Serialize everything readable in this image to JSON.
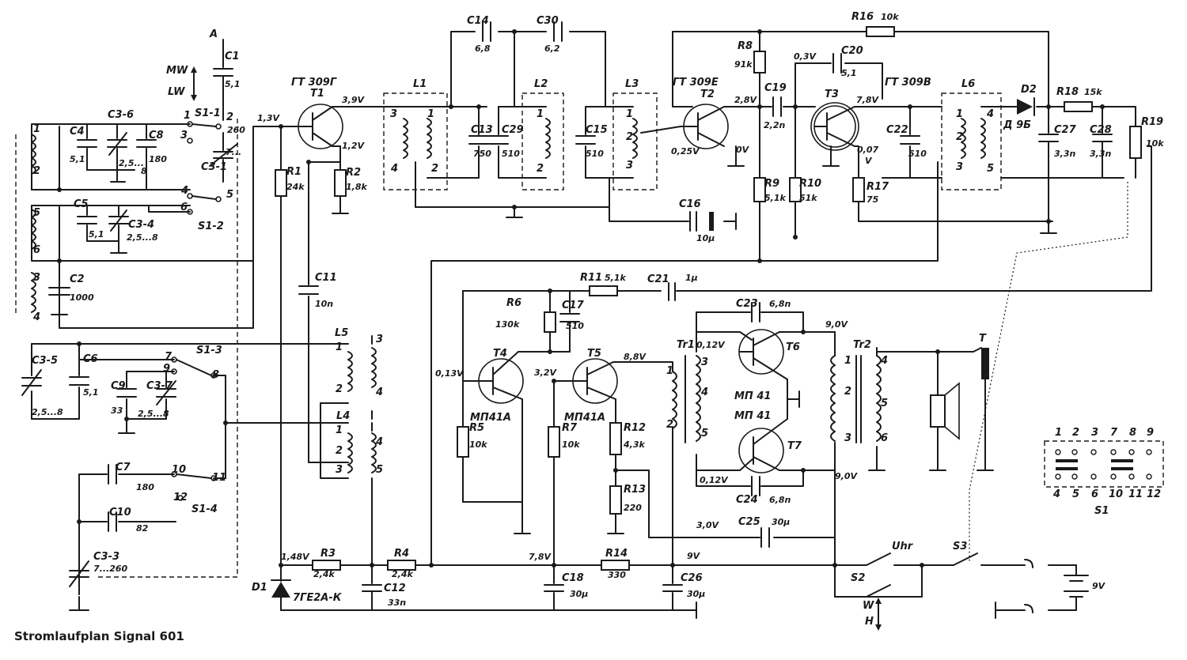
{
  "caption": "Stromlaufplan Signal 601",
  "labels": [
    [
      "A",
      1,
      "antenna-terminal-label",
      265,
      47
    ],
    [
      "C1",
      1,
      "c1-label",
      284,
      75
    ],
    [
      "5,1",
      0,
      "c1-value",
      284,
      110
    ],
    [
      "MW",
      1,
      "mw-band-label",
      210,
      93
    ],
    [
      "LW",
      1,
      "lw-band-label",
      212,
      120
    ],
    [
      "S1-1",
      1,
      "s1-1-label",
      246,
      147
    ],
    [
      "260",
      0,
      "c3-1-range-label",
      287,
      168
    ],
    [
      "7...",
      0,
      "c3-1-range-min-label",
      285,
      196
    ],
    [
      "C3-1",
      1,
      "c3-1-label",
      254,
      215
    ],
    [
      "1",
      1,
      "s1-1-contact-1",
      232,
      150
    ],
    [
      "2",
      1,
      "s1-1-contact-2",
      286,
      152
    ],
    [
      "3",
      1,
      "s1-1-contact-3",
      228,
      175
    ],
    [
      "C3-6",
      1,
      "c3-6-label",
      136,
      149
    ],
    [
      "C4",
      1,
      "c4-label",
      88,
      170
    ],
    [
      "5,1",
      0,
      "c4-value",
      88,
      205
    ],
    [
      "2,5...",
      0,
      "c3-6-range-label",
      150,
      210
    ],
    [
      "8",
      0,
      "c3-6-range-max",
      178,
      220
    ],
    [
      "C8",
      1,
      "c8-label",
      188,
      175
    ],
    [
      "180",
      0,
      "c8-value",
      188,
      205
    ],
    [
      "1",
      1,
      "l-input-pin-1",
      42,
      167
    ],
    [
      "2",
      1,
      "l-input-pin-2",
      42,
      220
    ],
    [
      "4",
      1,
      "s1-2-contact-4",
      229,
      245
    ],
    [
      "5",
      1,
      "s1-2-contact-5",
      286,
      250
    ],
    [
      "6",
      1,
      "s1-2-contact-6",
      228,
      266
    ],
    [
      "S1-2",
      1,
      "s1-2-label",
      250,
      290
    ],
    [
      "C5",
      1,
      "c5-label",
      93,
      262
    ],
    [
      "5,1",
      0,
      "c5-value",
      112,
      300
    ],
    [
      "C3-4",
      1,
      "c3-4-label",
      162,
      288
    ],
    [
      "2,5...8",
      0,
      "c3-4-range-label",
      160,
      304
    ],
    [
      "5",
      1,
      "l-input-pin-5",
      42,
      273
    ],
    [
      "6",
      1,
      "l-input-pin-6",
      42,
      320
    ],
    [
      "3",
      1,
      "l-input-pin-3",
      42,
      355
    ],
    [
      "4",
      1,
      "l-input-pin-4",
      42,
      405
    ],
    [
      "C2",
      1,
      "c2-label",
      88,
      357
    ],
    [
      "1000",
      0,
      "c2-value",
      88,
      380
    ],
    [
      "1,3V",
      0,
      "t1-base-voltage",
      325,
      153
    ],
    [
      "ГТ 309Г",
      1,
      "t1-type-label",
      368,
      108
    ],
    [
      "T1",
      1,
      "t1-label",
      392,
      122
    ],
    [
      "3,9V",
      0,
      "t1-collector-voltage",
      432,
      130
    ],
    [
      "1,2V",
      0,
      "t1-emitter-voltage",
      432,
      188
    ],
    [
      "R1",
      1,
      "r1-label",
      362,
      221
    ],
    [
      "24k",
      0,
      "r1-value",
      362,
      240
    ],
    [
      "R2",
      1,
      "r2-label",
      437,
      222
    ],
    [
      "1,8k",
      0,
      "r2-value",
      437,
      240
    ],
    [
      "L1",
      1,
      "l1-label",
      522,
      110
    ],
    [
      "3",
      1,
      "l1-pin-3",
      493,
      148
    ],
    [
      "1",
      1,
      "l1-pin-1",
      540,
      148
    ],
    [
      "4",
      1,
      "l1-pin-4",
      494,
      217
    ],
    [
      "2",
      1,
      "l1-pin-2",
      545,
      217
    ],
    [
      "C14",
      1,
      "c14-label",
      590,
      30
    ],
    [
      "6,8",
      0,
      "c14-value",
      600,
      65
    ],
    [
      "C30",
      1,
      "c30-label",
      678,
      30
    ],
    [
      "6,2",
      0,
      "c30-value",
      688,
      65
    ],
    [
      "C13",
      1,
      "c13-label",
      595,
      168
    ],
    [
      "750",
      0,
      "c13-value",
      598,
      198
    ],
    [
      "C29",
      1,
      "c29-label",
      634,
      168
    ],
    [
      "510",
      0,
      "c29-value",
      634,
      198
    ],
    [
      "L2",
      1,
      "l2-label",
      675,
      110
    ],
    [
      "1",
      1,
      "l2-pin-1",
      678,
      148
    ],
    [
      "2",
      1,
      "l2-pin-2",
      678,
      217
    ],
    [
      "C15",
      1,
      "c15-label",
      740,
      168
    ],
    [
      "510",
      0,
      "c15-value",
      740,
      198
    ],
    [
      "L3",
      1,
      "l3-label",
      790,
      110
    ],
    [
      "1",
      1,
      "l3-pin-1",
      791,
      148
    ],
    [
      "2",
      1,
      "l3-pin-2",
      791,
      177
    ],
    [
      "3",
      1,
      "l3-pin-3",
      791,
      213
    ],
    [
      "ГТ 309Е",
      1,
      "t2-type-label",
      850,
      108
    ],
    [
      "T2",
      1,
      "t2-label",
      885,
      123
    ],
    [
      "2,8V",
      0,
      "t2-collector-voltage",
      928,
      130
    ],
    [
      "0,25V",
      0,
      "t2-base-voltage",
      848,
      195
    ],
    [
      "0V",
      0,
      "t2-emitter-voltage",
      930,
      193
    ],
    [
      "C16",
      1,
      "c16-label",
      858,
      262
    ],
    [
      "10µ",
      0,
      "c16-value",
      880,
      305
    ],
    [
      "R8",
      1,
      "r8-label",
      932,
      62
    ],
    [
      "91k",
      0,
      "r8-value",
      928,
      85
    ],
    [
      "C19",
      1,
      "c19-label",
      966,
      115
    ],
    [
      "2,2n",
      0,
      "c19-value",
      965,
      162
    ],
    [
      "R9",
      1,
      "r9-label",
      966,
      236
    ],
    [
      "5,1k",
      0,
      "r9-value",
      966,
      254
    ],
    [
      "R10",
      1,
      "r10-label",
      1010,
      236
    ],
    [
      "51k",
      0,
      "r10-value",
      1010,
      254
    ],
    [
      "0,3V",
      0,
      "t3-base-voltage",
      1003,
      75
    ],
    [
      "C20",
      1,
      "c20-label",
      1063,
      68
    ],
    [
      "5,1",
      0,
      "c20-value",
      1063,
      96
    ],
    [
      "R16",
      1,
      "r16-label",
      1076,
      25
    ],
    [
      "10k",
      0,
      "r16-value",
      1113,
      25
    ],
    [
      "ГТ 309В",
      1,
      "t3-type-label",
      1118,
      108
    ],
    [
      "T3",
      1,
      "t3-label",
      1042,
      123
    ],
    [
      "7,8V",
      0,
      "t3-collector-voltage",
      1082,
      130
    ],
    [
      "0,07",
      0,
      "t3-emitter-voltage",
      1083,
      193
    ],
    [
      "V",
      0,
      "t3-emitter-voltage-unit",
      1093,
      207
    ],
    [
      "R17",
      1,
      "r17-label",
      1095,
      240
    ],
    [
      "75",
      0,
      "r17-value",
      1095,
      256
    ],
    [
      "C22",
      1,
      "c22-label",
      1120,
      168
    ],
    [
      "510",
      0,
      "c22-value",
      1148,
      198
    ],
    [
      "L6",
      1,
      "l6-label",
      1215,
      110
    ],
    [
      "1",
      1,
      "l6-pin-1",
      1208,
      148
    ],
    [
      "2",
      1,
      "l6-pin-2",
      1208,
      177
    ],
    [
      "3",
      1,
      "l6-pin-3",
      1208,
      215
    ],
    [
      "4",
      1,
      "l6-pin-4",
      1247,
      148
    ],
    [
      "5",
      1,
      "l6-pin-5",
      1247,
      217
    ],
    [
      "D2",
      1,
      "d2-label",
      1290,
      117
    ],
    [
      "Д 9Б",
      1,
      "d2-type-label",
      1268,
      162
    ],
    [
      "R18",
      1,
      "r18-label",
      1335,
      120
    ],
    [
      "15k",
      0,
      "r18-value",
      1370,
      120
    ],
    [
      "C27",
      1,
      "c27-label",
      1332,
      168
    ],
    [
      "3,3n",
      0,
      "c27-value",
      1332,
      198
    ],
    [
      "C28",
      1,
      "c28-label",
      1377,
      168
    ],
    [
      "3,3n",
      0,
      "c28-value",
      1377,
      198
    ],
    [
      "R19",
      1,
      "r19-label",
      1442,
      158
    ],
    [
      "10k",
      0,
      "r19-value",
      1448,
      185
    ],
    [
      "R11",
      1,
      "r11-label",
      733,
      355
    ],
    [
      "5,1k",
      0,
      "r11-value",
      764,
      355
    ],
    [
      "C21",
      1,
      "c21-label",
      818,
      357
    ],
    [
      "1µ",
      0,
      "c21-value",
      866,
      355
    ],
    [
      "R6",
      1,
      "r6-label",
      640,
      387
    ],
    [
      "130k",
      0,
      "r6-value",
      626,
      414
    ],
    [
      "C17",
      1,
      "c17-label",
      710,
      390
    ],
    [
      "510",
      0,
      "c17-value",
      715,
      416
    ],
    [
      "T4",
      1,
      "t4-label",
      623,
      451
    ],
    [
      "0,13V",
      0,
      "t4-base-voltage",
      550,
      476
    ],
    [
      "3,2V",
      0,
      "t4-collector-voltage",
      675,
      475
    ],
    [
      "МП41А",
      1,
      "t4-type-label",
      594,
      532
    ],
    [
      "T5",
      1,
      "t5-label",
      742,
      451
    ],
    [
      "8,8V",
      0,
      "t5-collector-voltage",
      788,
      455
    ],
    [
      "МП41А",
      1,
      "t5-type-label",
      713,
      532
    ],
    [
      "R5",
      1,
      "r5-label",
      593,
      545
    ],
    [
      "10k",
      0,
      "r5-value",
      593,
      566
    ],
    [
      "R7",
      1,
      "r7-label",
      710,
      545
    ],
    [
      "10k",
      0,
      "r7-value",
      710,
      566
    ],
    [
      "R12",
      1,
      "r12-label",
      788,
      545
    ],
    [
      "4,3k",
      0,
      "r12-value",
      788,
      566
    ],
    [
      "R13",
      1,
      "r13-label",
      788,
      623
    ],
    [
      "220",
      0,
      "r13-value",
      788,
      646
    ],
    [
      "C23",
      1,
      "c23-label",
      930,
      388
    ],
    [
      "6,8n",
      0,
      "c23-value",
      972,
      388
    ],
    [
      "C24",
      1,
      "c24-label",
      930,
      636
    ],
    [
      "6,8n",
      0,
      "c24-value",
      972,
      636
    ],
    [
      "9,0V",
      0,
      "t6-collector-voltage",
      1043,
      414
    ],
    [
      "9,0V",
      0,
      "t7-collector-voltage",
      1055,
      606
    ],
    [
      "0,12V",
      0,
      "t6-base-voltage",
      880,
      440
    ],
    [
      "0,12V",
      0,
      "t7-base-voltage",
      884,
      611
    ],
    [
      "Tr1",
      1,
      "tr1-label",
      855,
      440
    ],
    [
      "1",
      1,
      "tr1-pin-1",
      842,
      473
    ],
    [
      "2",
      1,
      "tr1-pin-2",
      842,
      541
    ],
    [
      "3",
      1,
      "tr1-pin-3",
      886,
      462
    ],
    [
      "4",
      1,
      "tr1-pin-4",
      886,
      500
    ],
    [
      "5",
      1,
      "tr1-pin-5",
      886,
      552
    ],
    [
      "T6",
      1,
      "t6-label",
      993,
      443
    ],
    [
      "МП 41",
      1,
      "t6-type-label",
      928,
      505
    ],
    [
      "МП 41",
      1,
      "t7-type-label",
      928,
      530
    ],
    [
      "T7",
      1,
      "t7-label",
      995,
      568
    ],
    [
      "Tr2",
      1,
      "tr2-label",
      1078,
      440
    ],
    [
      "1",
      1,
      "tr2-pin-1",
      1067,
      460
    ],
    [
      "2",
      1,
      "tr2-pin-2",
      1067,
      499
    ],
    [
      "3",
      1,
      "tr2-pin-3",
      1067,
      558
    ],
    [
      "4",
      1,
      "tr2-pin-4",
      1113,
      460
    ],
    [
      "5",
      1,
      "tr2-pin-5",
      1113,
      514
    ],
    [
      "6",
      1,
      "tr2-pin-6",
      1113,
      558
    ],
    [
      "T",
      1,
      "earphone-jack-label",
      1237,
      432
    ],
    [
      "3,0V",
      0,
      "c25-voltage",
      880,
      668
    ],
    [
      "C25",
      1,
      "c25-label",
      933,
      664
    ],
    [
      "30µ",
      0,
      "c25-value",
      975,
      664
    ],
    [
      "1",
      1,
      "s1-contact-map-1",
      1333,
      551
    ],
    [
      "2",
      1,
      "s1-contact-map-2",
      1355,
      551
    ],
    [
      "3",
      1,
      "s1-contact-map-3",
      1379,
      551
    ],
    [
      "7",
      1,
      "s1-contact-map-7",
      1403,
      551
    ],
    [
      "8",
      1,
      "s1-contact-map-8",
      1427,
      551
    ],
    [
      "9",
      1,
      "s1-contact-map-9",
      1449,
      551
    ],
    [
      "4",
      1,
      "s1-contact-map-4",
      1331,
      629
    ],
    [
      "5",
      1,
      "s1-contact-map-5",
      1355,
      629
    ],
    [
      "6",
      1,
      "s1-contact-map-6",
      1379,
      629
    ],
    [
      "10",
      1,
      "s1-contact-map-10",
      1401,
      629
    ],
    [
      "11",
      1,
      "s1-contact-map-11",
      1426,
      629
    ],
    [
      "12",
      1,
      "s1-contact-map-12",
      1449,
      629
    ],
    [
      "S1",
      1,
      "s1-contact-map-label",
      1383,
      650
    ],
    [
      "C3-5",
      1,
      "c3-5-label",
      40,
      460
    ],
    [
      "2,5...8",
      0,
      "c3-5-range-label",
      40,
      525
    ],
    [
      "C6",
      1,
      "c6-label",
      105,
      458
    ],
    [
      "5,1",
      0,
      "c6-value",
      105,
      500
    ],
    [
      "C9",
      1,
      "c9-label",
      140,
      492
    ],
    [
      "33",
      0,
      "c9-value",
      140,
      523
    ],
    [
      "C3-7",
      1,
      "c3-7-label",
      185,
      492
    ],
    [
      "2,5...8",
      0,
      "c3-7-range-label",
      174,
      527
    ],
    [
      "7",
      1,
      "s1-3-contact-7",
      208,
      455
    ],
    [
      "S1-3",
      1,
      "s1-3-label",
      248,
      447
    ],
    [
      "8",
      1,
      "s1-3-contact-8",
      268,
      478
    ],
    [
      "9",
      1,
      "s1-3-contact-9",
      206,
      470
    ],
    [
      "L5",
      1,
      "l5-label",
      423,
      425
    ],
    [
      "1",
      1,
      "l5-pin-1",
      424,
      443
    ],
    [
      "2",
      1,
      "l5-pin-2",
      424,
      496
    ],
    [
      "3",
      1,
      "l5-pin-3",
      475,
      433
    ],
    [
      "4",
      1,
      "l5-pin-4",
      475,
      500
    ],
    [
      "L4",
      1,
      "l4-label",
      425,
      530
    ],
    [
      "1",
      1,
      "l4-pin-1",
      424,
      548
    ],
    [
      "2",
      1,
      "l4-pin-2",
      424,
      574
    ],
    [
      "3",
      1,
      "l4-pin-3",
      424,
      598
    ],
    [
      "4",
      1,
      "l4-pin-4",
      475,
      563
    ],
    [
      "5",
      1,
      "l4-pin-5",
      475,
      598
    ],
    [
      "C11",
      1,
      "c11-label",
      398,
      355
    ],
    [
      "10n",
      0,
      "c11-value",
      398,
      388
    ],
    [
      "C7",
      1,
      "c7-label",
      146,
      595
    ],
    [
      "180",
      0,
      "c7-value",
      172,
      620
    ],
    [
      "10",
      1,
      "s1-4-contact-10",
      217,
      598
    ],
    [
      "11",
      1,
      "s1-4-contact-11",
      268,
      608
    ],
    [
      "12",
      1,
      "s1-4-contact-12",
      219,
      633
    ],
    [
      "S1-4",
      1,
      "s1-4-label",
      242,
      648
    ],
    [
      "C10",
      1,
      "c10-label",
      138,
      652
    ],
    [
      "82",
      0,
      "c10-value",
      172,
      672
    ],
    [
      "C3-3",
      1,
      "c3-3-label",
      118,
      708
    ],
    [
      "7...260",
      0,
      "c3-3-range-label",
      118,
      723
    ],
    [
      "1,48V",
      0,
      "d1-voltage",
      355,
      708
    ],
    [
      "R3",
      1,
      "r3-label",
      405,
      704
    ],
    [
      "2,4k",
      0,
      "r3-value",
      396,
      730
    ],
    [
      "R4",
      1,
      "r4-label",
      498,
      704
    ],
    [
      "2,4k",
      0,
      "r4-value",
      495,
      730
    ],
    [
      "D1",
      1,
      "d1-label",
      318,
      747
    ],
    [
      "7ГЕ2А-К",
      1,
      "d1-type-label",
      370,
      760
    ],
    [
      "C12",
      1,
      "c12-label",
      485,
      748
    ],
    [
      "33n",
      0,
      "c12-value",
      490,
      766
    ],
    [
      "7,8V",
      0,
      "supply-voltage-after-r4",
      668,
      708
    ],
    [
      "R14",
      1,
      "r14-label",
      765,
      704
    ],
    [
      "330",
      0,
      "r14-value",
      768,
      731
    ],
    [
      "9V",
      0,
      "supply-voltage-9v",
      868,
      707
    ],
    [
      "C18",
      1,
      "c18-label",
      710,
      735
    ],
    [
      "30µ",
      0,
      "c18-value",
      720,
      755
    ],
    [
      "C26",
      1,
      "c26-label",
      860,
      735
    ],
    [
      "30µ",
      0,
      "c26-value",
      868,
      755
    ],
    [
      "Uhr",
      1,
      "uhr-switch-label",
      1127,
      695
    ],
    [
      "S3",
      1,
      "s3-label",
      1204,
      695
    ],
    [
      "S2",
      1,
      "s2-label",
      1075,
      735
    ],
    [
      "W",
      1,
      "w-position-label",
      1090,
      770
    ],
    [
      "H",
      1,
      "h-position-label",
      1093,
      790
    ],
    [
      "9V",
      0,
      "battery-voltage",
      1380,
      745
    ]
  ]
}
